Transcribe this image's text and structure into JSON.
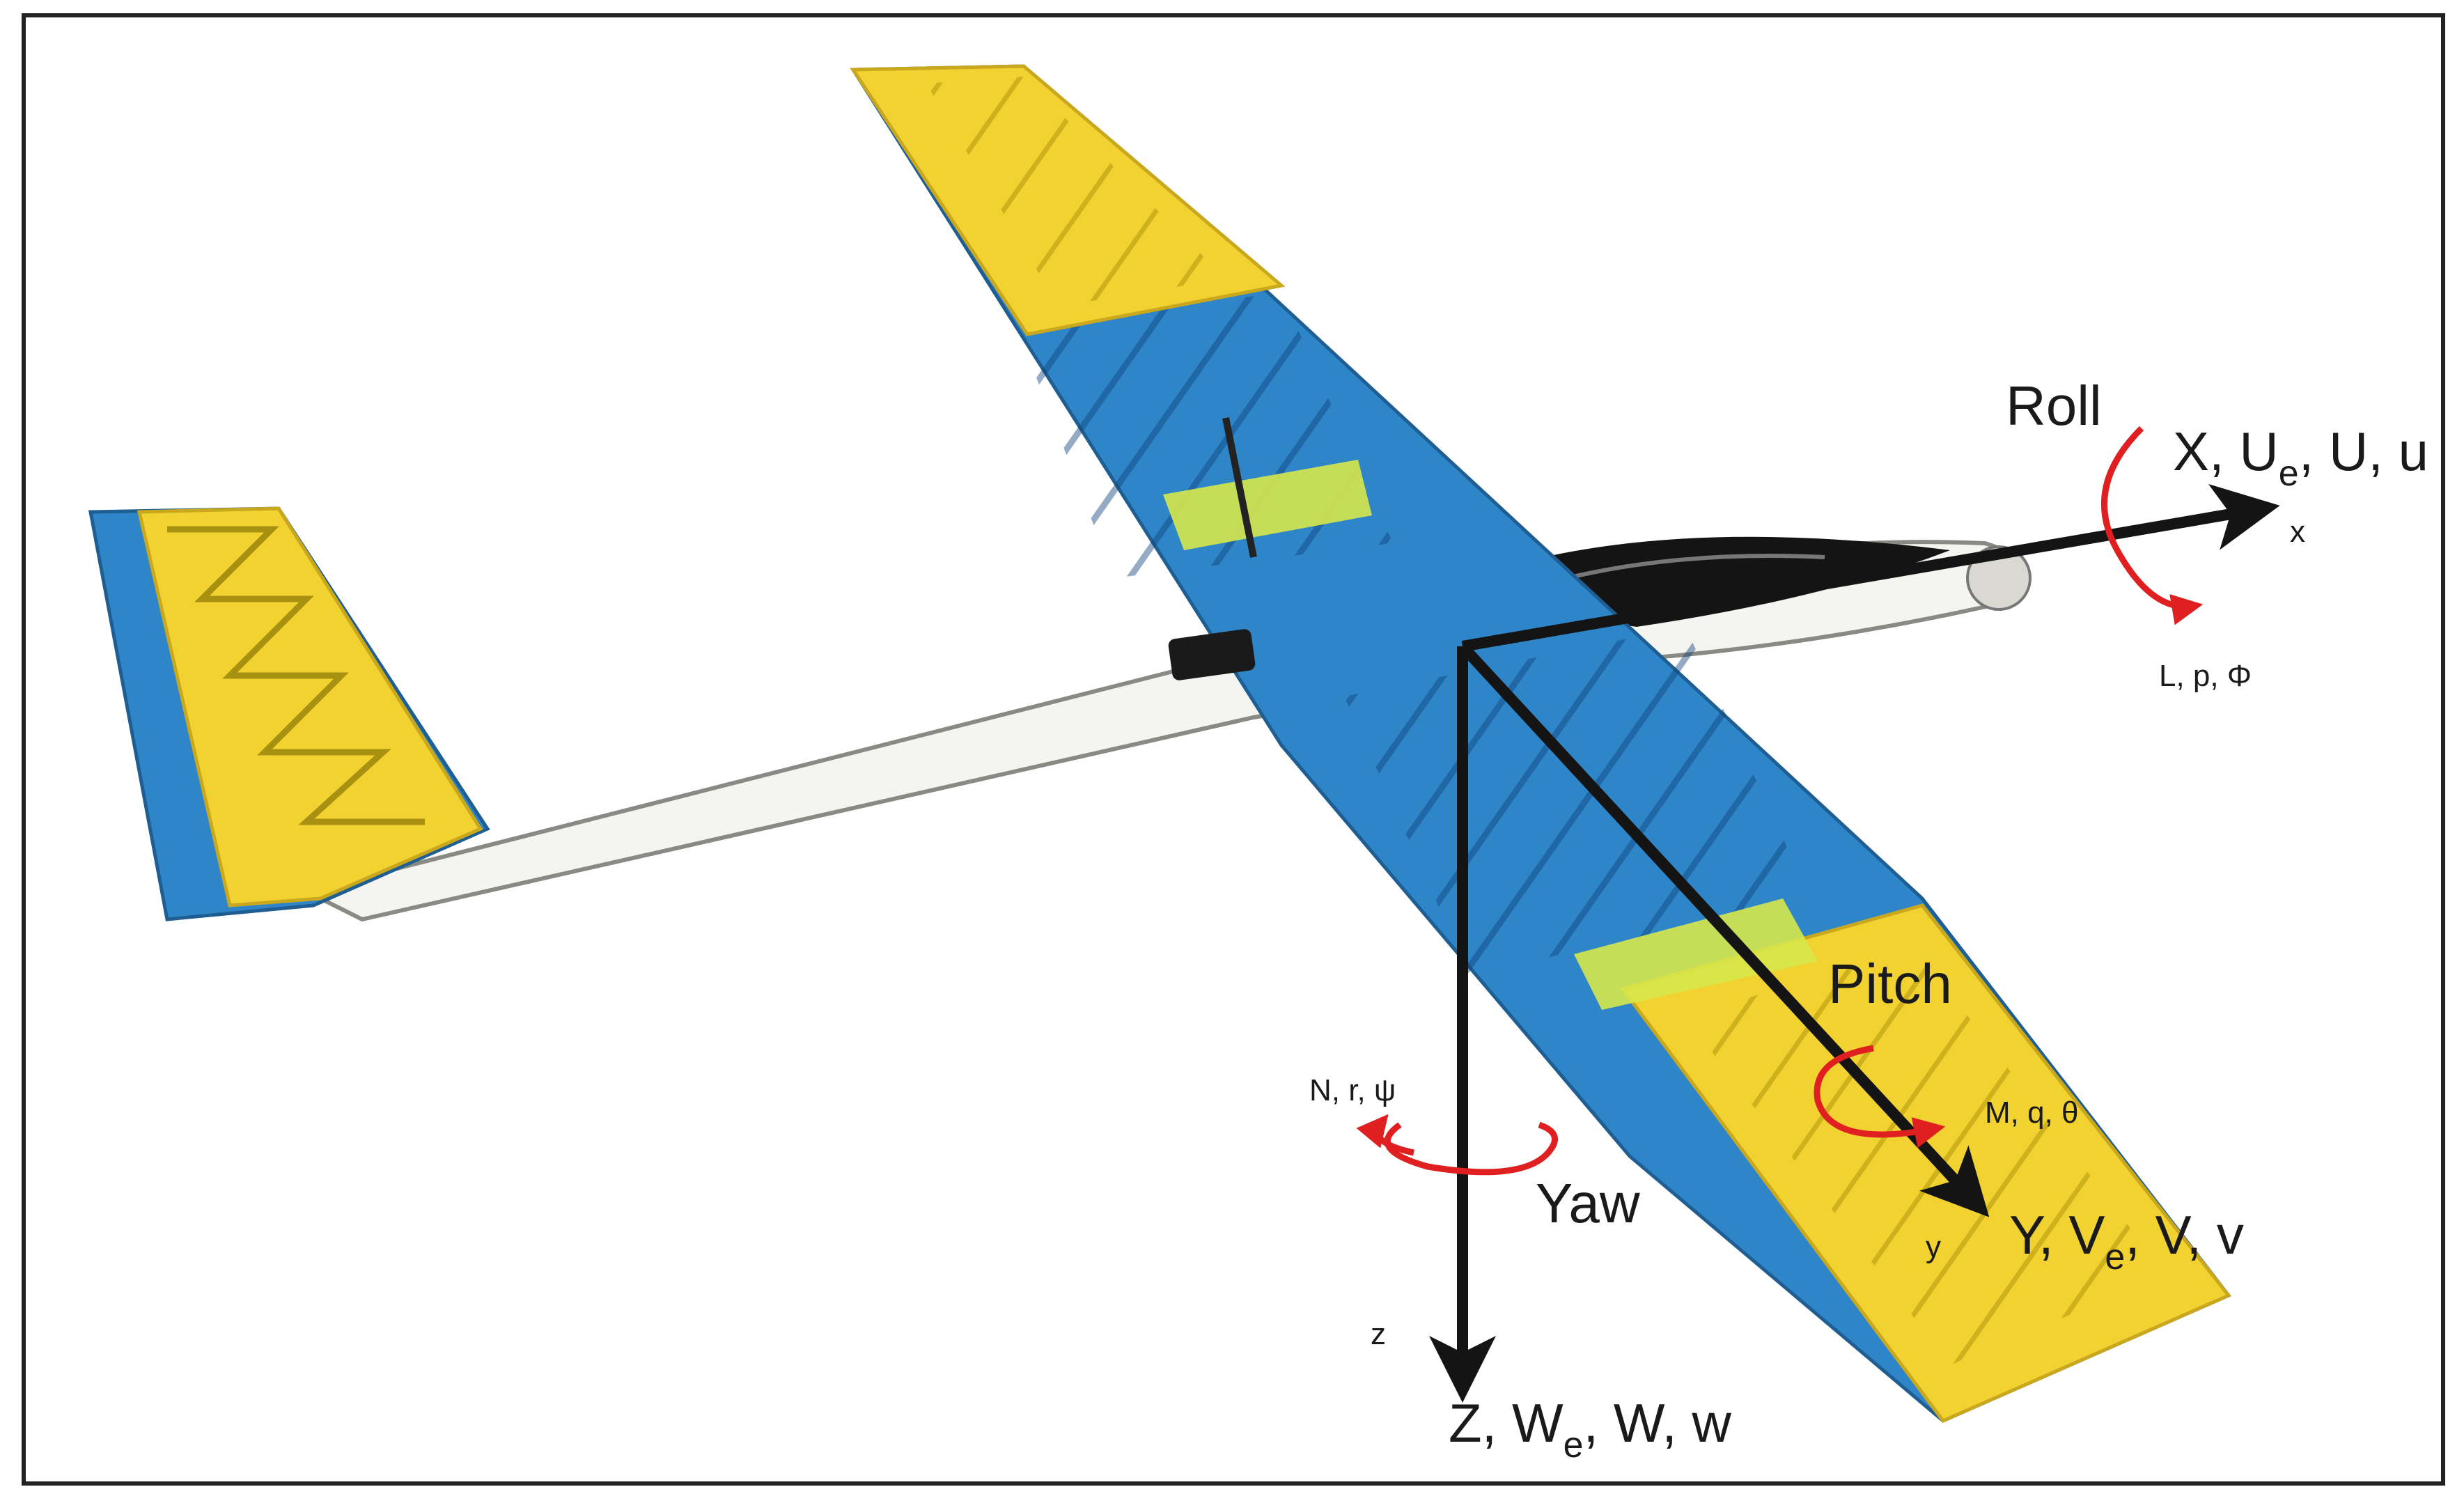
{
  "roll": {
    "label": "Roll",
    "force_main": "X, U",
    "force_sub": "e",
    "force_rest": ", U, u",
    "axis": "x",
    "moment": "L, p, Φ"
  },
  "pitch": {
    "label": "Pitch",
    "force_main": "Y, V",
    "force_sub": "e",
    "force_rest": ", V, v",
    "axis": "y",
    "moment": "M, q, θ"
  },
  "yaw": {
    "label": "Yaw",
    "force_main": "Z, W",
    "force_sub": "e",
    "force_rest": ", W, w",
    "axis": "z",
    "moment": "N, r, ψ"
  },
  "colors": {
    "wing_blue": "#2e86c8",
    "wing_yellow": "#f2d230",
    "fuselage": "#f4f4f0",
    "canopy": "#141414",
    "axis_arrow": "#141414",
    "rotation_arrow": "#e02020",
    "border": "#222222"
  }
}
